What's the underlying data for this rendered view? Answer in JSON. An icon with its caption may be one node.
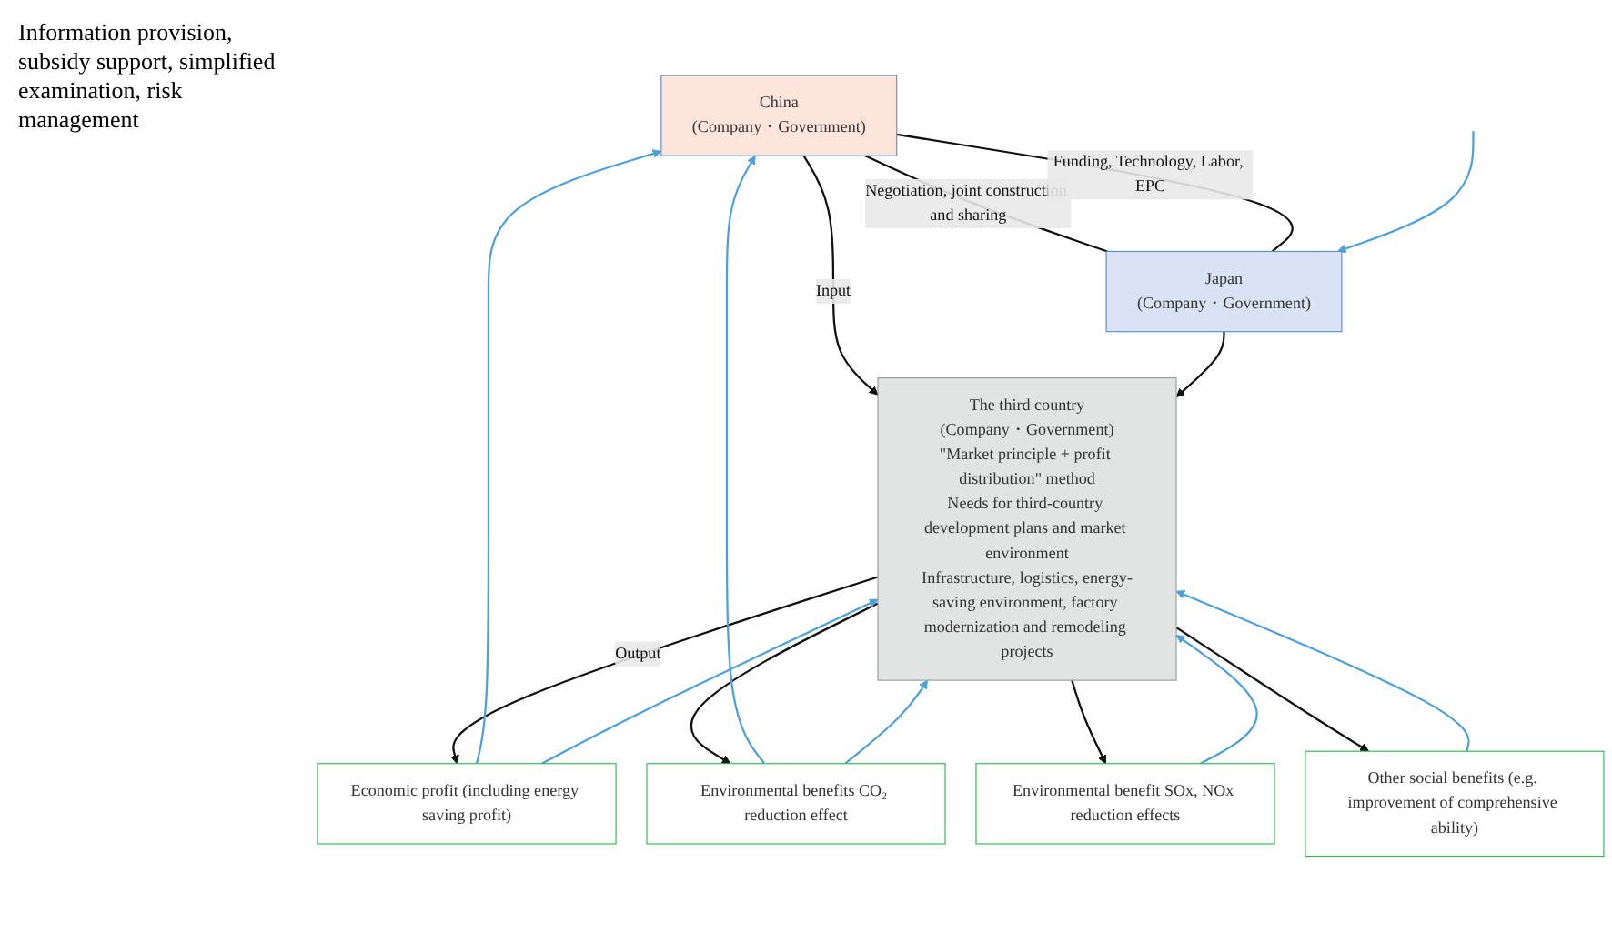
{
  "diagram": {
    "nodes": [
      {
        "text": [
          "China",
          "(Company・Government)"
        ]
      },
      {
        "text": [
          "Japan",
          "(Company・Government)"
        ]
      },
      {
        "text": [
          "The third country",
          "(Company・Government)",
          "\"Market principle + profit distribution\" method",
          "Needs for third-country development plans and market environment",
          "Infrastructure, logistics, energy-saving environment, factory modernization and remodeling projects"
        ]
      },
      {
        "text": [
          "Economic profit (including energy saving profit)"
        ]
      },
      {
        "text": [
          "Environmental benefits CO₂ reduction effect"
        ]
      },
      {
        "text": [
          "Environmental benefit SOx, NOx reduction effects"
        ]
      },
      {
        "text": [
          "Other social benefits (e.g. improvement of comprehensive ability)"
        ]
      }
    ],
    "edges": [
      {
        "from": 0,
        "to": 1,
        "arrow": "none",
        "label": "Negotiation, joint construction and sharing"
      },
      {
        "from": 0,
        "to": 1,
        "arrow": "none",
        "label": "Funding, Technology, Labor, EPC"
      },
      {
        "from": 0,
        "to": 2,
        "arrow": "to",
        "label": "Input"
      },
      {
        "from": 1,
        "to": 2,
        "arrow": "to"
      },
      {
        "from": 2,
        "to": 3,
        "arrow": "to",
        "label": "Output"
      },
      {
        "from": 2,
        "to": 4,
        "arrow": "to"
      },
      {
        "from": 2,
        "to": 5,
        "arrow": "to"
      },
      {
        "from": 2,
        "to": 6,
        "arrow": "to"
      },
      {
        "from": 3,
        "to": 0,
        "arrow": "to",
        "color": "#4ea1d8"
      },
      {
        "from": 3,
        "to": 2,
        "arrow": "to",
        "color": "#4ea1d8"
      },
      {
        "from": 4,
        "to": 0,
        "arrow": "to",
        "color": "#4ea1d8"
      },
      {
        "from": 4,
        "to": 2,
        "arrow": "to",
        "color": "#4ea1d8"
      },
      {
        "from": 5,
        "to": 2,
        "arrow": "to",
        "color": "#4ea1d8"
      },
      {
        "from": 6,
        "to": 2,
        "arrow": "to",
        "color": "#4ea1d8"
      },
      {
        "from": null,
        "to": 1,
        "arrow": "to",
        "color": "#4ea1d8"
      }
    ],
    "labels": [
      "Information provision, subsidy support, simplified examination, risk management"
    ]
  }
}
